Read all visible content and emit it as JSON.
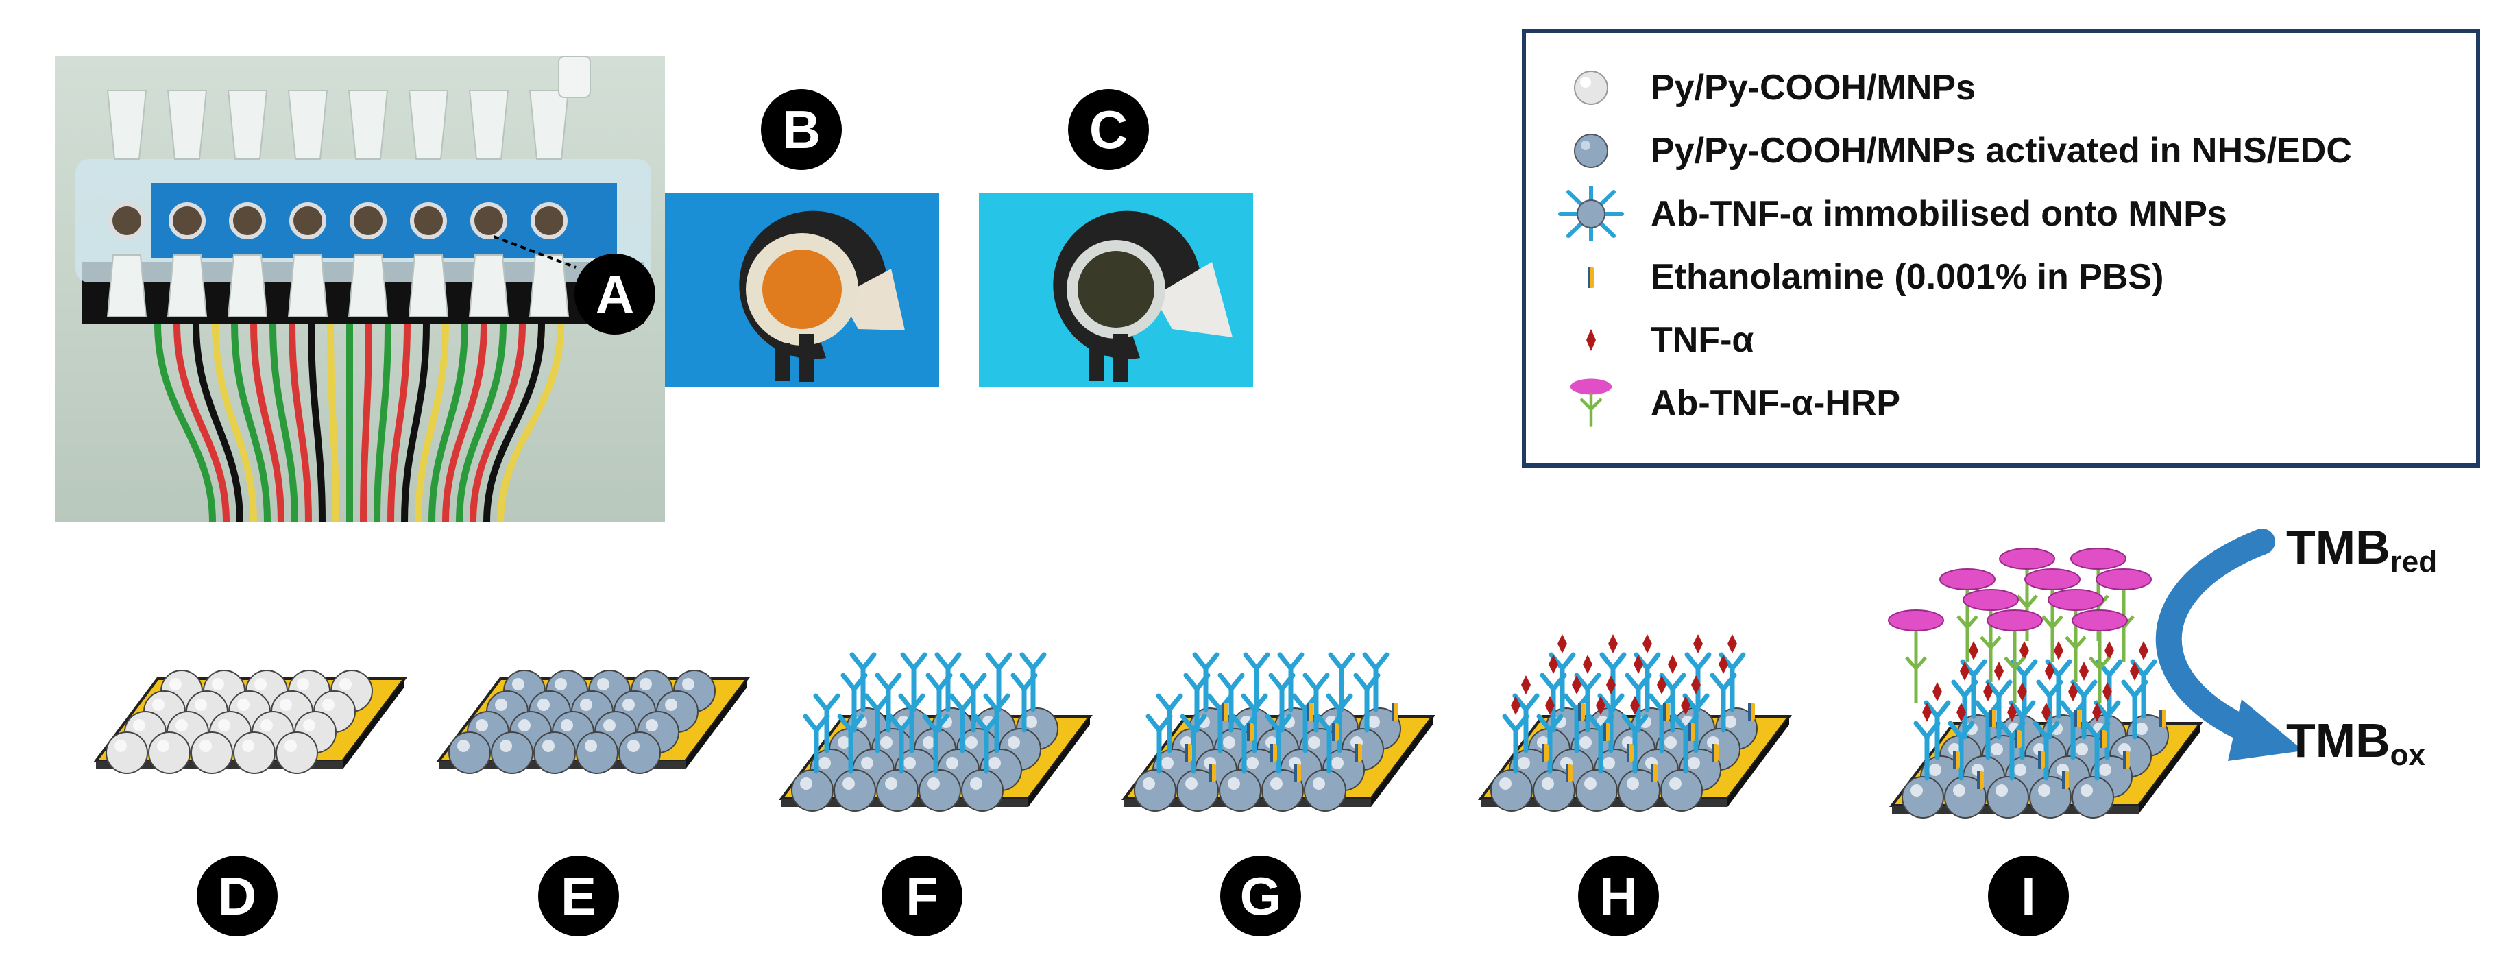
{
  "figure": {
    "panel_labels": {
      "a": "A",
      "b": "B",
      "c": "C",
      "d": "D",
      "e": "E",
      "f": "F",
      "g": "G",
      "h": "H",
      "i": "I"
    },
    "legend": [
      {
        "icon": "white-sphere-icon",
        "label": "Py/Py-COOH/MNPs"
      },
      {
        "icon": "grey-sphere-icon",
        "label": "Py/Py-COOH/MNPs activated in NHS/EDC"
      },
      {
        "icon": "antibody-sphere-icon",
        "label": "Ab-TNF-α immobilised onto MNPs"
      },
      {
        "icon": "ethanolamine-icon",
        "label": "Ethanolamine (0.001% in PBS)"
      },
      {
        "icon": "tnf-alpha-icon",
        "label": "TNF-α"
      },
      {
        "icon": "hrp-antibody-icon",
        "label": "Ab-TNF-α-HRP"
      }
    ],
    "tmb": {
      "red_base": "TMB",
      "red_sub": "red",
      "ox_base": "TMB",
      "ox_sub": "ox"
    },
    "colors": {
      "legend_border": "#1f3b63",
      "gold_substrate": "#f2c21b",
      "white_sphere": "#e6e6e6",
      "grey_sphere": "#8fa7bf",
      "antibody": "#29a3d6",
      "tnf": "#b01a1a",
      "hrp": "#e04fc6",
      "hrp_stem": "#7ab648",
      "arrow": "#2f7fc1",
      "electrode_bg_b": "#1a8fd6",
      "electrode_bg_c": "#26c4e6"
    }
  }
}
